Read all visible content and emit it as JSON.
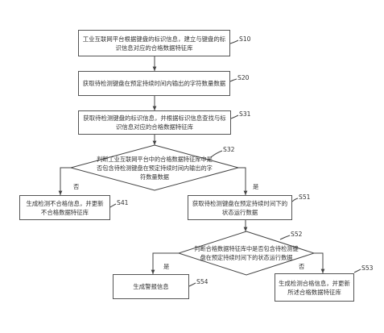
{
  "steps": {
    "s10": {
      "label": "S10",
      "text": "工业互联网平台根据键盘的标识信息，建立与键盘的标识信息对应的合格数据特征库"
    },
    "s20": {
      "label": "S20",
      "text": "获取待检测键盘在预定持续时间内输出的字符数量数据"
    },
    "s31": {
      "label": "S31",
      "text": "获取待检测键盘的标识信息，并根据标识信息查找与标识信息对应的合格数据特征库"
    },
    "s32": {
      "label": "S32",
      "text": "判断工业互联网平台中的合格数据特征库中是否包含待检测键盘在预定持续时间内输出的字符数量数据"
    },
    "s41": {
      "label": "S41",
      "text": "生成检测不合格信息，并更新不合格数据特征库"
    },
    "s51": {
      "label": "S51",
      "text": "获取待检测键盘在预定持续时间下的状态运行数据"
    },
    "s52": {
      "label": "S52",
      "text": "判断合格数据特征库中是否包含待检测键盘在预定持续时间下的状态运行数据"
    },
    "s53": {
      "label": "S53",
      "text": "生成检测合格信息，并更新所述合格数据特征库"
    },
    "s54": {
      "label": "S54",
      "text": "生成警报信息"
    }
  },
  "branches": {
    "s32_no": "否",
    "s32_yes": "是",
    "s52_yes": "是",
    "s52_no": "否"
  }
}
